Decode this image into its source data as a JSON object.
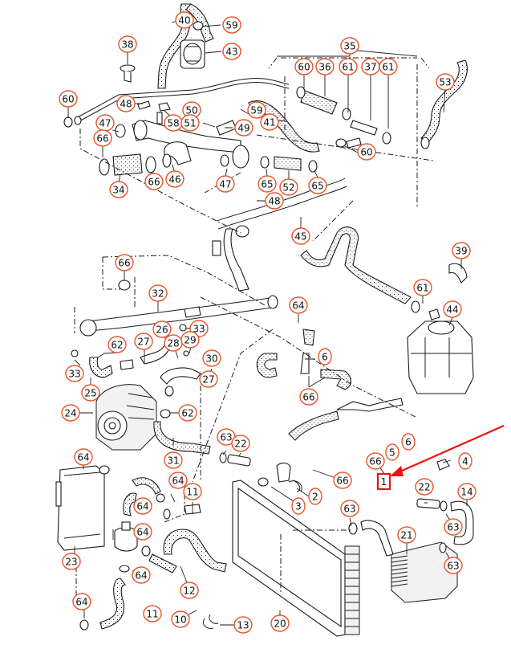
{
  "diagram": {
    "title": "Cooling system coolant hoses and pipes exploded parts diagram",
    "label_color": "#e8552a",
    "highlight_color": "#ee1111",
    "callouts": [
      {
        "id": "c40",
        "label": "40"
      },
      {
        "id": "c59a",
        "label": "59"
      },
      {
        "id": "c43",
        "label": "43"
      },
      {
        "id": "c38",
        "label": "38"
      },
      {
        "id": "c35",
        "label": "35"
      },
      {
        "id": "c60a",
        "label": "60"
      },
      {
        "id": "c36",
        "label": "36"
      },
      {
        "id": "c61a",
        "label": "61"
      },
      {
        "id": "c37",
        "label": "37"
      },
      {
        "id": "c61b",
        "label": "61"
      },
      {
        "id": "c53",
        "label": "53"
      },
      {
        "id": "c60b",
        "label": "60"
      },
      {
        "id": "c48a",
        "label": "48"
      },
      {
        "id": "c58",
        "label": "58"
      },
      {
        "id": "c50",
        "label": "50"
      },
      {
        "id": "c51",
        "label": "51"
      },
      {
        "id": "c49",
        "label": "49"
      },
      {
        "id": "c59b",
        "label": "59"
      },
      {
        "id": "c41",
        "label": "41"
      },
      {
        "id": "c60c",
        "label": "60"
      },
      {
        "id": "c47a",
        "label": "47"
      },
      {
        "id": "c66a",
        "label": "66"
      },
      {
        "id": "c34",
        "label": "34"
      },
      {
        "id": "c66b",
        "label": "66"
      },
      {
        "id": "c46",
        "label": "46"
      },
      {
        "id": "c47b",
        "label": "47"
      },
      {
        "id": "c65a",
        "label": "65"
      },
      {
        "id": "c52",
        "label": "52"
      },
      {
        "id": "c65b",
        "label": "65"
      },
      {
        "id": "c48b",
        "label": "48"
      },
      {
        "id": "c45",
        "label": "45"
      },
      {
        "id": "c39",
        "label": "39"
      },
      {
        "id": "c66c",
        "label": "66"
      },
      {
        "id": "c32",
        "label": "32"
      },
      {
        "id": "c61c",
        "label": "61"
      },
      {
        "id": "c44",
        "label": "44"
      },
      {
        "id": "c64a",
        "label": "64"
      },
      {
        "id": "c33a",
        "label": "33"
      },
      {
        "id": "c26",
        "label": "26"
      },
      {
        "id": "c27a",
        "label": "27"
      },
      {
        "id": "c28",
        "label": "28"
      },
      {
        "id": "c29",
        "label": "29"
      },
      {
        "id": "c62a",
        "label": "62"
      },
      {
        "id": "c33b",
        "label": "33"
      },
      {
        "id": "c30",
        "label": "30"
      },
      {
        "id": "c27b",
        "label": "27"
      },
      {
        "id": "c6a",
        "label": "6"
      },
      {
        "id": "c25",
        "label": "25"
      },
      {
        "id": "c66d",
        "label": "66"
      },
      {
        "id": "c24",
        "label": "24"
      },
      {
        "id": "c62b",
        "label": "62"
      },
      {
        "id": "c5",
        "label": "5"
      },
      {
        "id": "c6b",
        "label": "6"
      },
      {
        "id": "c63a",
        "label": "63"
      },
      {
        "id": "c22a",
        "label": "22"
      },
      {
        "id": "c31",
        "label": "31"
      },
      {
        "id": "c66e",
        "label": "66"
      },
      {
        "id": "c4",
        "label": "4"
      },
      {
        "id": "c64b",
        "label": "64"
      },
      {
        "id": "c66f",
        "label": "66"
      },
      {
        "id": "c22b",
        "label": "22"
      },
      {
        "id": "c14",
        "label": "14"
      },
      {
        "id": "c64c",
        "label": "64"
      },
      {
        "id": "c11a",
        "label": "11"
      },
      {
        "id": "c2",
        "label": "2"
      },
      {
        "id": "c3",
        "label": "3"
      },
      {
        "id": "c63b",
        "label": "63"
      },
      {
        "id": "c63c",
        "label": "63"
      },
      {
        "id": "c64d",
        "label": "64"
      },
      {
        "id": "c21",
        "label": "21"
      },
      {
        "id": "c64e",
        "label": "64"
      },
      {
        "id": "c23",
        "label": "23"
      },
      {
        "id": "c63d",
        "label": "63"
      },
      {
        "id": "c64f",
        "label": "64"
      },
      {
        "id": "c12",
        "label": "12"
      },
      {
        "id": "c64g",
        "label": "64"
      },
      {
        "id": "c11b",
        "label": "11"
      },
      {
        "id": "c10",
        "label": "10"
      },
      {
        "id": "c13",
        "label": "13"
      },
      {
        "id": "c20",
        "label": "20"
      }
    ],
    "highlighted_part": {
      "label": "1",
      "annotation": "red arrow pointing to boxed part number"
    }
  }
}
